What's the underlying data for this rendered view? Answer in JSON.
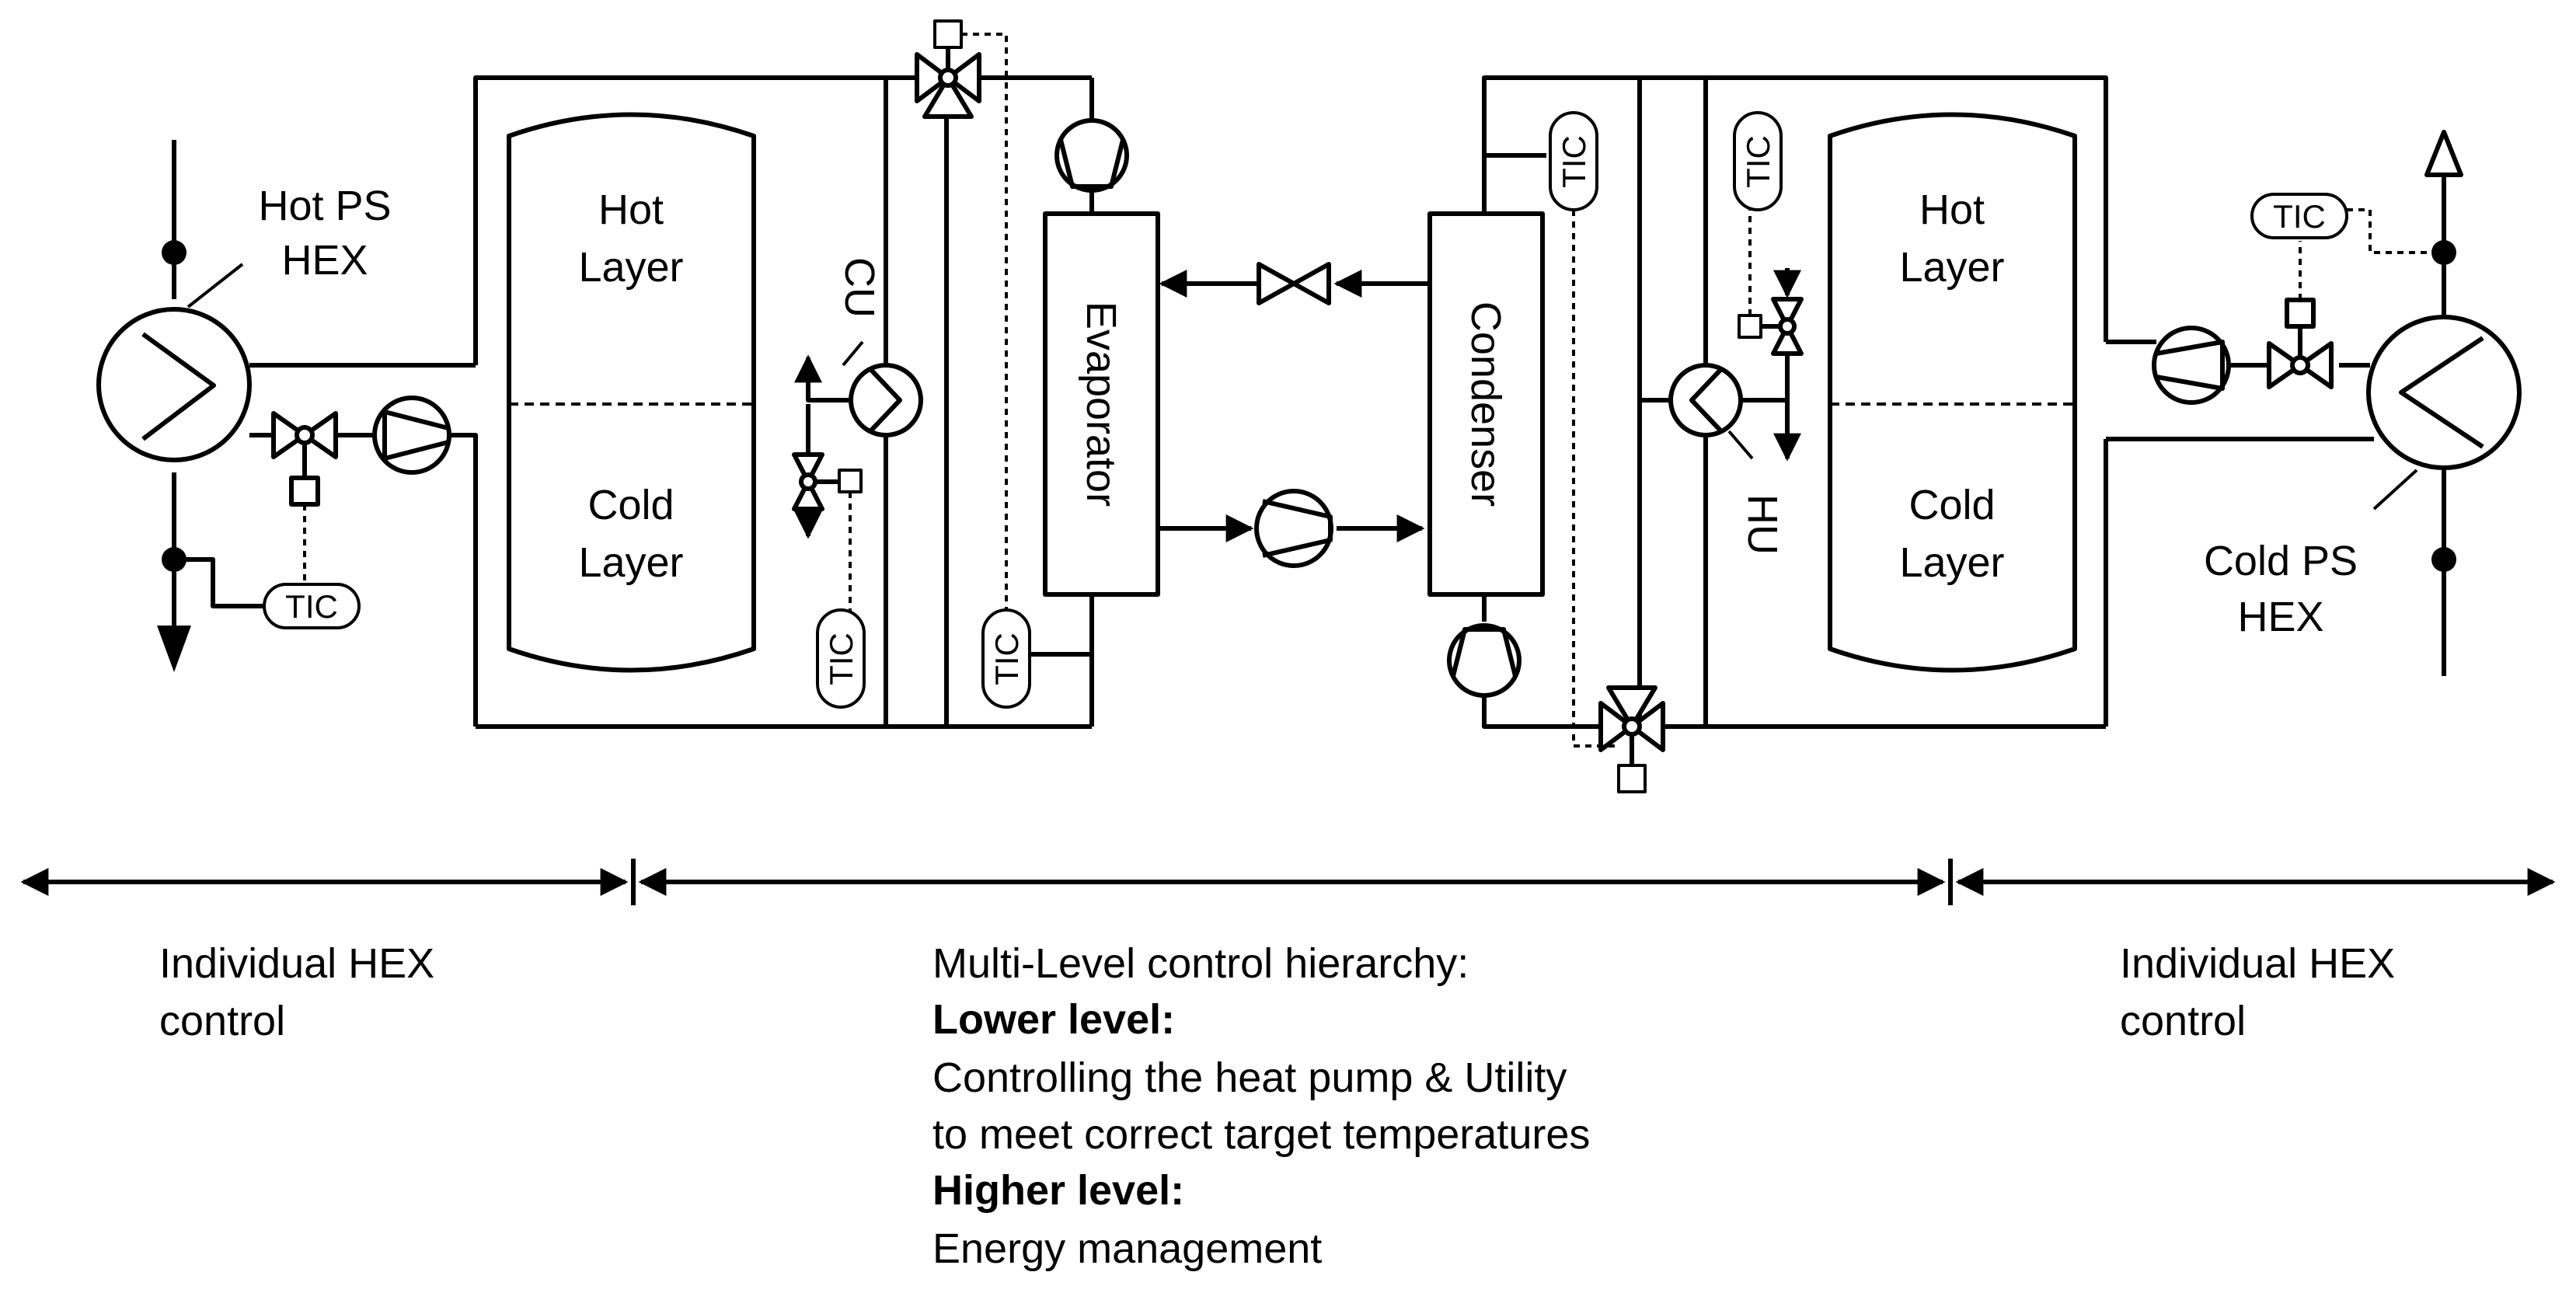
{
  "diagram": {
    "left_hex": {
      "line1": "Hot PS",
      "line2": "HEX"
    },
    "right_hex": {
      "line1": "Cold PS",
      "line2": "HEX"
    },
    "left_tank": {
      "hot1": "Hot",
      "hot2": "Layer",
      "cold1": "Cold",
      "cold2": "Layer"
    },
    "right_tank": {
      "hot1": "Hot",
      "hot2": "Layer",
      "cold1": "Cold",
      "cold2": "Layer"
    },
    "cu": "CU",
    "hu": "HU",
    "evaporator": "Evaporator",
    "condenser": "Condenser",
    "tic": "TIC"
  },
  "zones": {
    "left": {
      "line1": "Individual HEX",
      "line2": "control"
    },
    "middle": {
      "line1": "Multi-Level control hierarchy:",
      "line2": "Lower level:",
      "line3": "Controlling the heat pump & Utility",
      "line4": "to meet correct target temperatures",
      "line5": "Higher level:",
      "line6": "Energy management"
    },
    "right": {
      "line1": "Individual HEX",
      "line2": "control"
    }
  }
}
